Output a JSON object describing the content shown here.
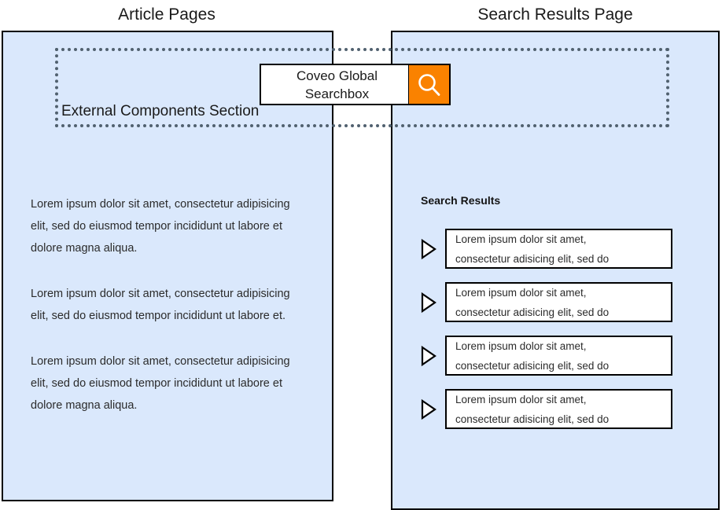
{
  "titles": {
    "article_pages": "Article Pages",
    "search_results_page": "Search Results Page"
  },
  "external_section": {
    "label": "External Components Section",
    "border_color": "#51616f"
  },
  "searchbox": {
    "label": "Coveo Global\nSearchbox",
    "button_icon": "search-icon",
    "button_color": "#FA8200",
    "background": "#ffffff"
  },
  "article": {
    "paragraphs": [
      "Lorem ipsum dolor sit amet, consectetur adipisicing elit, sed do eiusmod tempor incididunt ut labore et dolore magna aliqua.",
      "Lorem ipsum dolor sit amet, consectetur adipisicing elit, sed do eiusmod tempor incididunt ut labore et.",
      "Lorem ipsum dolor sit amet, consectetur adipisicing elit, sed do eiusmod tempor incididunt ut labore et dolore magna aliqua."
    ]
  },
  "search_results": {
    "heading": "Search Results",
    "items": [
      {
        "line1": "Lorem ipsum dolor sit amet,",
        "line2": "consectetur adisicing elit, sed do",
        "bullet_icon": "triangle-right-icon"
      },
      {
        "line1": "Lorem ipsum dolor sit amet,",
        "line2": "consectetur adisicing elit, sed do",
        "bullet_icon": "triangle-right-icon"
      },
      {
        "line1": "Lorem ipsum dolor sit amet,",
        "line2": "consectetur adisicing elit, sed do",
        "bullet_icon": "triangle-right-icon"
      },
      {
        "line1": "Lorem ipsum dolor sit amet,",
        "line2": "consectetur adisicing elit, sed do",
        "bullet_icon": "triangle-right-icon"
      }
    ]
  },
  "colors": {
    "panel_fill": "#dae8fc",
    "panel_border": "#000000",
    "accent_orange": "#FA8200",
    "dotted_border": "#51616f"
  }
}
